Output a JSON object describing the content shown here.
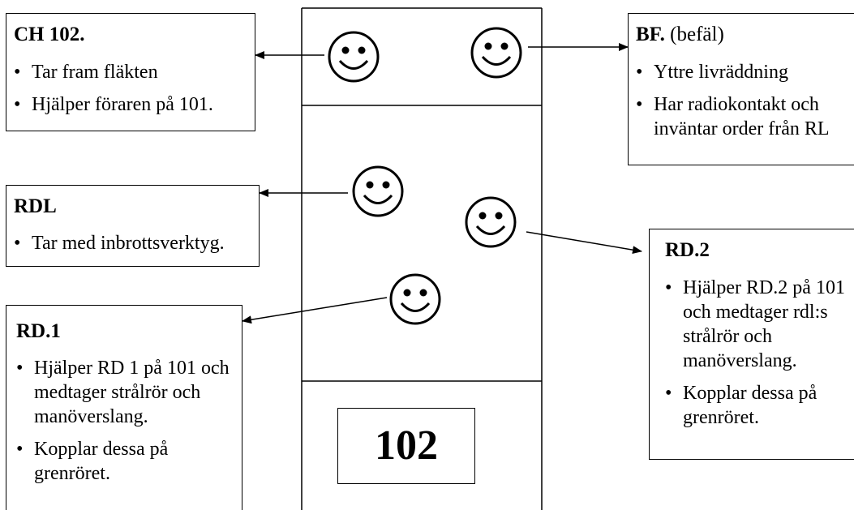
{
  "vehicle_label": "102",
  "boxes": {
    "ch102": {
      "title": "CH 102.",
      "items": [
        "Tar fram fläkten",
        "Hjälper föraren på 101."
      ]
    },
    "bf": {
      "title": "BF.",
      "subtitle": " (befäl)",
      "items": [
        "Yttre livräddning",
        "Har radiokontakt och inväntar order från RL"
      ]
    },
    "rdl": {
      "title": "RDL",
      "items": [
        "Tar med inbrottsverktyg."
      ]
    },
    "rd2": {
      "title": "RD.2",
      "items": [
        "Hjälper RD.2 på 101 och medtager rdl:s strålrör och manöverslang.",
        "Kopplar dessa på grenröret."
      ]
    },
    "rd1": {
      "title": "RD.1",
      "items": [
        "Hjälper RD 1 på 101 och medtager strålrör och manöverslang.",
        "Kopplar dessa på grenröret."
      ]
    }
  }
}
